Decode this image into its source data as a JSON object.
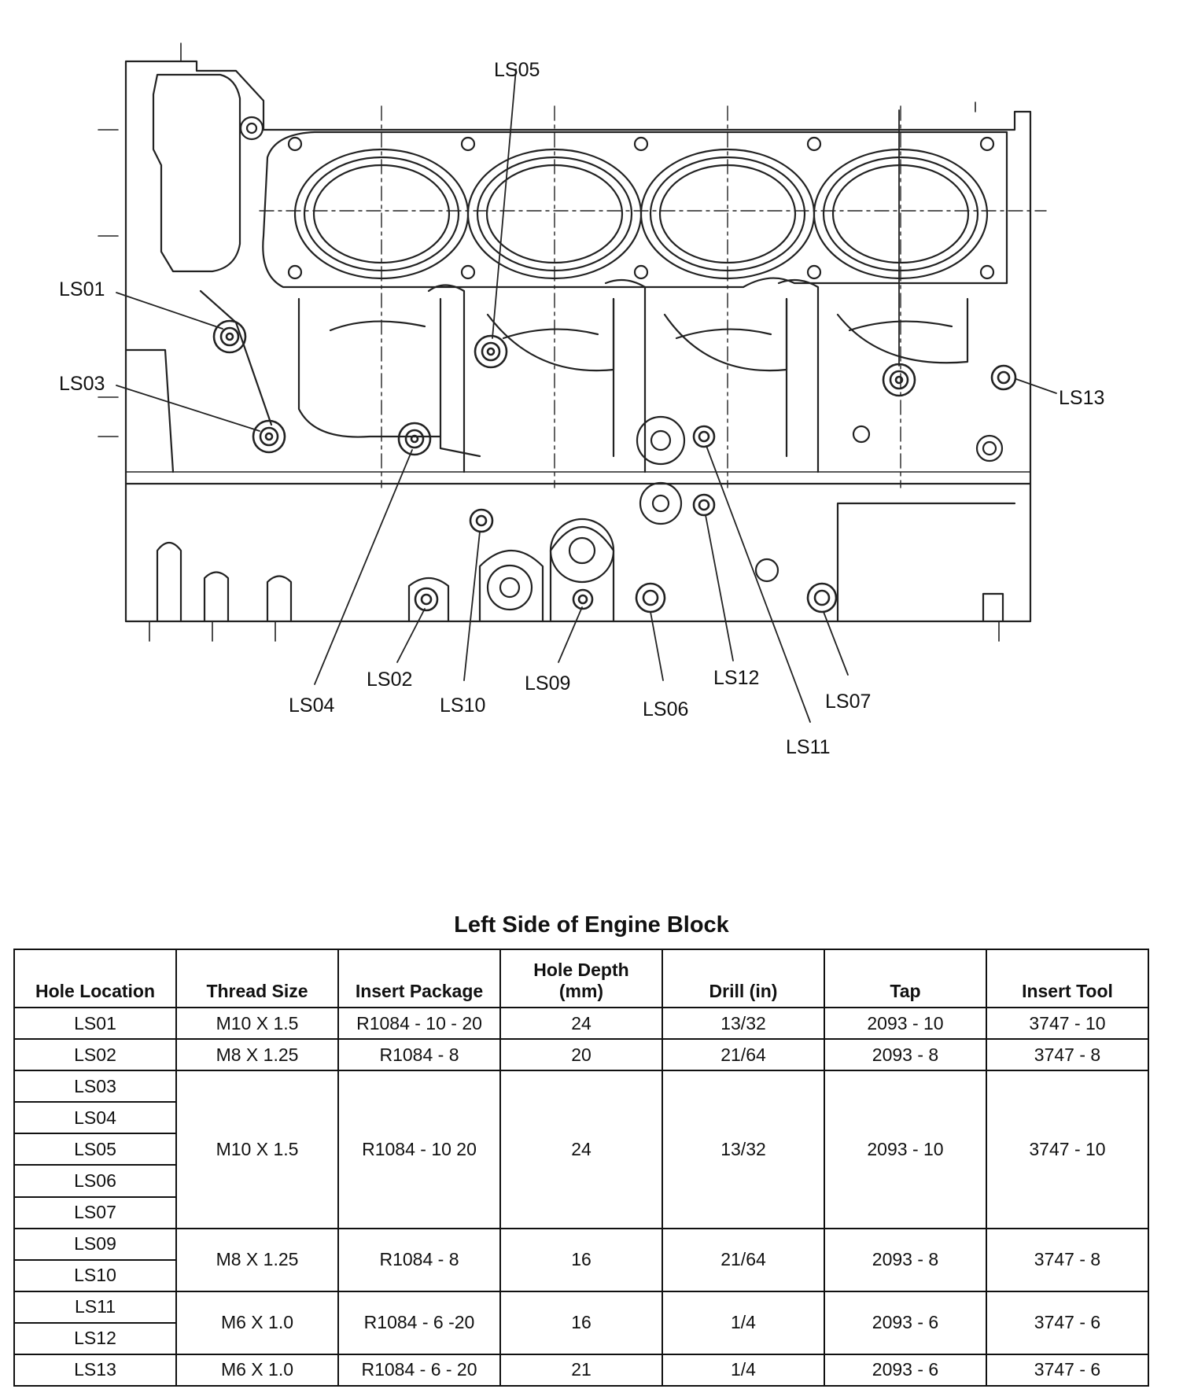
{
  "callouts": {
    "LS01": "LS01",
    "LS02": "LS02",
    "LS03": "LS03",
    "LS04": "LS04",
    "LS05": "LS05",
    "LS06": "LS06",
    "LS07": "LS07",
    "LS09": "LS09",
    "LS10": "LS10",
    "LS11": "LS11",
    "LS12": "LS12",
    "LS13": "LS13"
  },
  "table": {
    "title": "Left Side of Engine Block",
    "headers": {
      "hole_location": "Hole Location",
      "thread_size": "Thread Size",
      "insert_package": "Insert Package",
      "hole_depth_line1": "Hole Depth",
      "hole_depth_line2": "(mm)",
      "drill": "Drill (in)",
      "tap": "Tap",
      "insert_tool": "Insert Tool"
    },
    "holes": [
      "LS01",
      "LS02",
      "LS03",
      "LS04",
      "LS05",
      "LS06",
      "LS07",
      "LS09",
      "LS10",
      "LS11",
      "LS12",
      "LS13"
    ],
    "groups": [
      {
        "thread": "M10 X 1.5",
        "insert": "R1084 - 10 - 20",
        "depth": "24",
        "drill": "13/32",
        "tap": "2093 - 10",
        "tool": "3747 - 10"
      },
      {
        "thread": "M8 X 1.25",
        "insert": "R1084 - 8",
        "depth": "20",
        "drill": "21/64",
        "tap": "2093 - 8",
        "tool": "3747 - 8"
      },
      {
        "thread": "M10 X 1.5",
        "insert": "R1084 - 10 20",
        "depth": "24",
        "drill": "13/32",
        "tap": "2093 - 10",
        "tool": "3747 - 10"
      },
      {
        "thread": "M8 X 1.25",
        "insert": "R1084 - 8",
        "depth": "16",
        "drill": "21/64",
        "tap": "2093 - 8",
        "tool": "3747 - 8"
      },
      {
        "thread": "M6 X 1.0",
        "insert": "R1084 - 6 -20",
        "depth": "16",
        "drill": "1/4",
        "tap": "2093 - 6",
        "tool": "3747 - 6"
      },
      {
        "thread": "M6 X 1.0",
        "insert": "R1084 - 6 - 20",
        "depth": "21",
        "drill": "1/4",
        "tap": "2093 - 6",
        "tool": "3747 - 6"
      }
    ]
  }
}
